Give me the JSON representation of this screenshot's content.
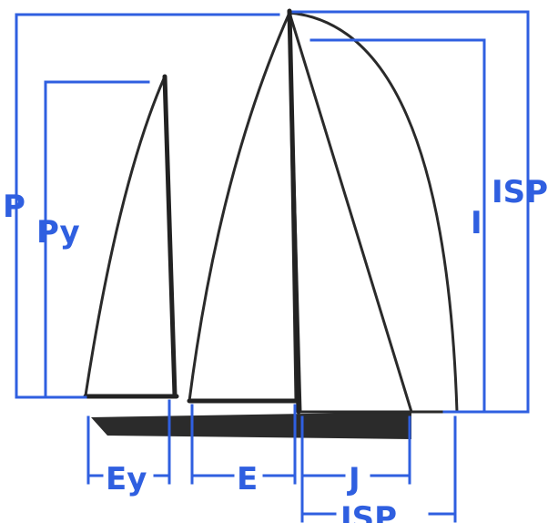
{
  "colors": {
    "dimension": "#2f5fe0",
    "outline": "#2a2a2a",
    "hull": "#2b2b2b",
    "background": "#ffffff"
  },
  "labels": {
    "p": "P",
    "py": "Py",
    "isp": "ISP",
    "i": "I",
    "ey": "Ey",
    "e": "E",
    "j": "J",
    "jsp": "JSP"
  }
}
